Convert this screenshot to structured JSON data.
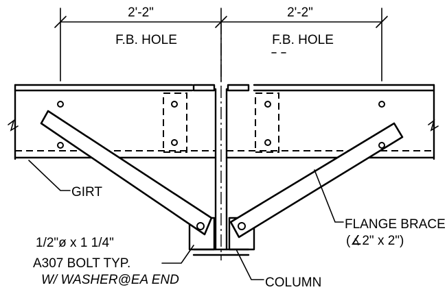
{
  "labels": {
    "dim_left": "2'-2\"",
    "dim_right": "2'-2\"",
    "hole_left": "F.B. HOLE",
    "hole_right": "F.B. HOLE",
    "girt": "GIRT",
    "flange_brace_line1": "FLANGE BRACE",
    "flange_brace_line2": "(∡2\" x 2\")",
    "bolt_line1": "1/2\"ø x 1 1/4\"",
    "bolt_line2": "A307 BOLT TYP.",
    "bolt_line3": "W/ WASHER@EA END",
    "column": "COLUMN"
  }
}
